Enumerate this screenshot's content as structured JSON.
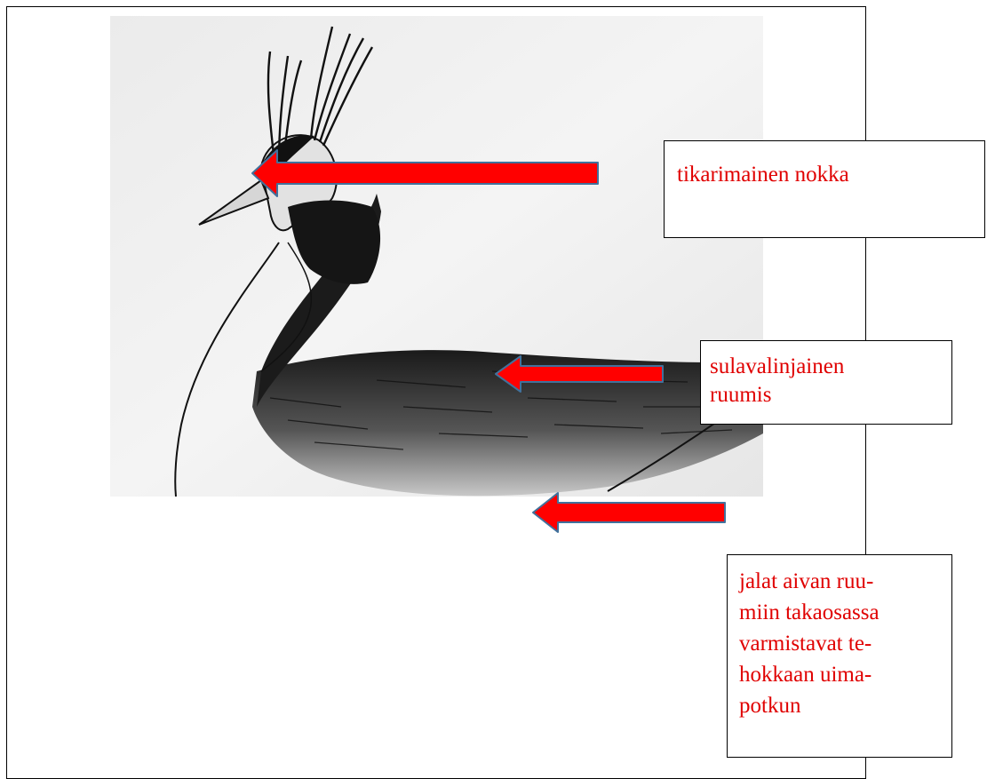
{
  "callouts": {
    "beak": "tikarimainen nokka",
    "body_line1": "sulavalinjainen",
    "body_line2": "ruumis",
    "legs_lines": [
      "jalat aivan ruu-",
      "miin takaosassa",
      "varmistavat te-",
      "hokkaan uima-",
      "potkun"
    ]
  },
  "colors": {
    "arrow_fill": "#ff0000",
    "arrow_outline": "#41719c",
    "callout_text": "#e00000"
  }
}
